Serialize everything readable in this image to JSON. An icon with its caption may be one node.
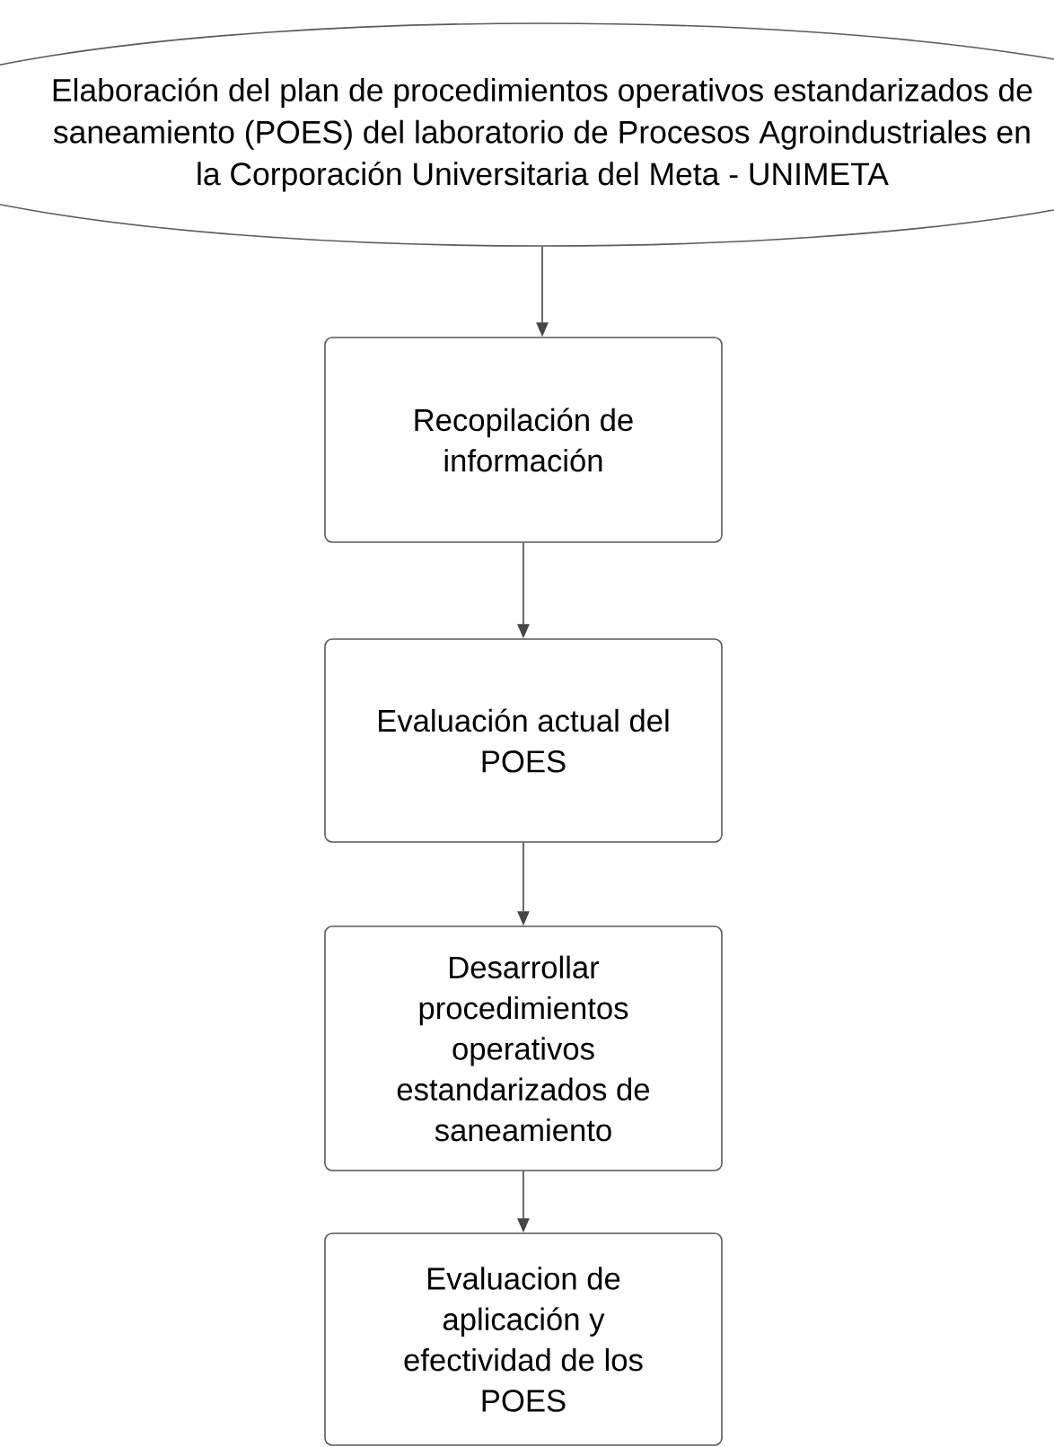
{
  "diagram": {
    "nodes": [
      {
        "text": [
          "Elaboración del plan de procedimientos operativos estandarizados de saneamiento (POES) del laboratorio de Procesos Agroindustriales en la Corporación Universitaria del Meta - UNIMETA"
        ]
      },
      {
        "text": [
          "Recopilación de información"
        ]
      },
      {
        "text": [
          "Evaluación actual del POES"
        ]
      },
      {
        "text": [
          "Desarrollar procedimientos operativos estandarizados de saneamiento"
        ]
      },
      {
        "text": [
          "Evaluacion de aplicación y efectividad de los POES"
        ]
      }
    ],
    "edges": [
      {
        "from": 0,
        "to": 1,
        "arrow": "to"
      },
      {
        "from": 1,
        "to": 2,
        "arrow": "to"
      },
      {
        "from": 2,
        "to": 3,
        "arrow": "to"
      },
      {
        "from": 3,
        "to": 4,
        "arrow": "to"
      }
    ]
  }
}
